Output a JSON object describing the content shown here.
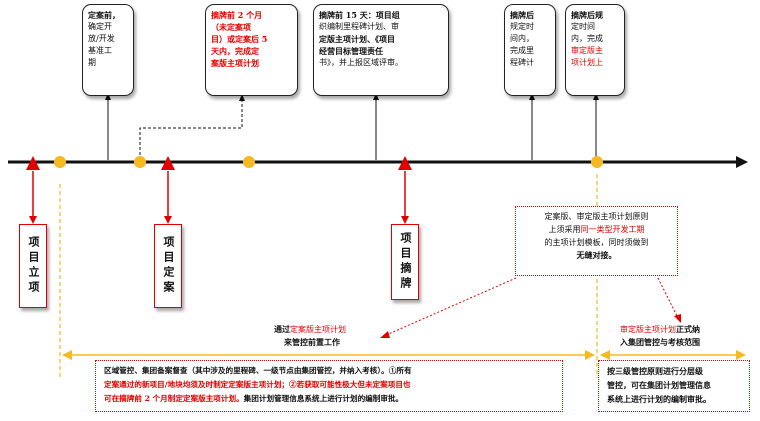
{
  "top_boxes": {
    "box1": [
      "定案前，",
      "确定开",
      "放/开发",
      "基准工",
      "期"
    ],
    "box2": [
      {
        "t": "摘牌前 2 个月",
        "c": "redbold"
      },
      {
        "t": "（未定案项",
        "c": "redbold"
      },
      {
        "t": "目）或定案后 5",
        "c": "redbold"
      },
      {
        "t": "天内，完成定",
        "c": "redbold"
      },
      {
        "t": "案版主项计划",
        "c": "redbold"
      }
    ],
    "box3": [
      {
        "t": "摘牌前 15 天：项目组",
        "c": "bold"
      },
      {
        "t": "织编制里程碑计划、审",
        "c": ""
      },
      {
        "t": "定版主项计划、《项目",
        "c": "bold"
      },
      {
        "t": "经营目标管理责任",
        "c": "bold"
      },
      {
        "t": "书》，并上报区域评审。",
        "c": ""
      }
    ],
    "box4": [
      "摘牌后",
      "规定时",
      "间内，",
      "完成里",
      "程碑计"
    ],
    "box5": [
      {
        "t": "摘牌后规",
        "c": "bold"
      },
      {
        "t": "定时间",
        "c": ""
      },
      {
        "t": "内，完成",
        "c": ""
      },
      {
        "t": "审定版主",
        "c": "red"
      },
      {
        "t": "项计划上",
        "c": "red"
      }
    ]
  },
  "milestones": {
    "m1": "项目立项",
    "m2": "项目定案",
    "m3": "项目摘牌"
  },
  "mid_note": {
    "line1a": "定案版、审定版主项计划原则",
    "line2a": "上须采用",
    "line2b": "同一类型开发工期",
    "line3": "的主项计划模板，同时须做到",
    "line4": "无缝对接。"
  },
  "left_arrow_label": {
    "line1a": "通过",
    "line1b": "定案版主项计划",
    "line2": "来管控前置工作"
  },
  "right_arrow_label": {
    "line1a": "审定版主项计划",
    "line1b": "正式纳",
    "line2": "入集团管控与考核范围"
  },
  "bottom_left_box": {
    "line1": "区域管控、集团备案督查（其中涉及的里程碑、一级节点由集团管控，并纳入考核）。①所有",
    "line2a": "定案通过的新项目/地块均须及时制定定案版主项计划；",
    "line2b": "②若获取可能性极大但未定案项目也",
    "line3a": "可在摘牌前 2 个月制定定案版主项计划。",
    "line3b": "集团计划管理信息系统上进行计划的编制审批。"
  },
  "bottom_right_box": {
    "line1": "按三级管控原则进行分层级",
    "line2": "管控，可在集团计划管理信息",
    "line3": "系统上进行计划的编制审批。"
  }
}
